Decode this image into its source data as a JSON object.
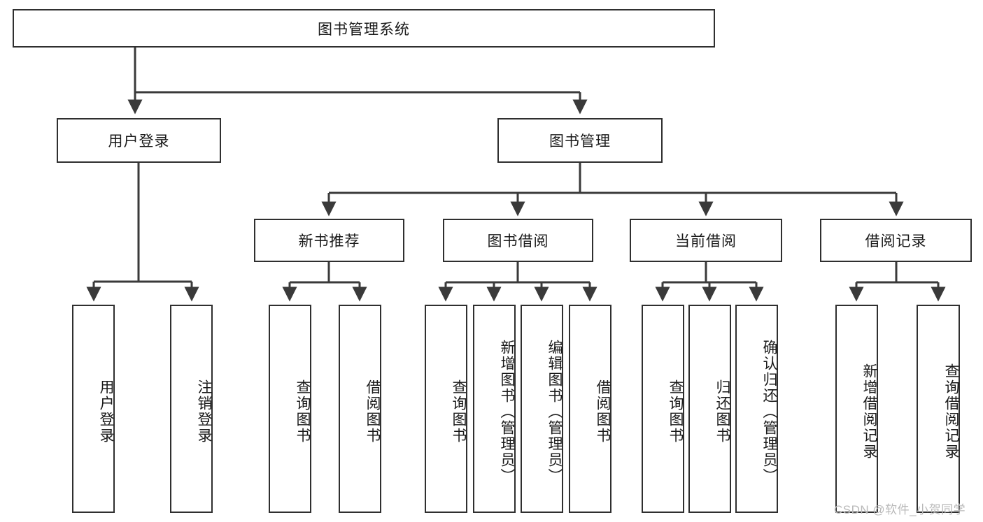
{
  "diagram": {
    "title_node": {
      "label": "图书管理系统"
    },
    "level2": [
      {
        "id": "user-login",
        "label": "用户登录"
      },
      {
        "id": "book-management",
        "label": "图书管理"
      }
    ],
    "level3": [
      {
        "id": "new-book-recommend",
        "label": "新书推荐"
      },
      {
        "id": "book-borrow",
        "label": "图书借阅"
      },
      {
        "id": "current-borrow",
        "label": "当前借阅"
      },
      {
        "id": "borrow-record",
        "label": "借阅记录"
      }
    ],
    "leaves": {
      "user_login": [
        {
          "id": "leaf-user-login",
          "label": "用户登录"
        },
        {
          "id": "leaf-logout-login",
          "label": "注销登录"
        }
      ],
      "new_book_recommend": [
        {
          "id": "leaf-query-book-1",
          "label": "查询图书"
        },
        {
          "id": "leaf-borrow-book-1",
          "label": "借阅图书"
        }
      ],
      "book_borrow": [
        {
          "id": "leaf-query-book-2",
          "label": "查询图书"
        },
        {
          "id": "leaf-add-book",
          "label": "新增图书（管理员）"
        },
        {
          "id": "leaf-edit-book",
          "label": "编辑图书（管理员）"
        },
        {
          "id": "leaf-borrow-book-2",
          "label": "借阅图书"
        }
      ],
      "current_borrow": [
        {
          "id": "leaf-query-book-3",
          "label": "查询图书"
        },
        {
          "id": "leaf-return-book",
          "label": "归还图书"
        },
        {
          "id": "leaf-confirm-return",
          "label": "确认归还（管理员）"
        }
      ],
      "borrow_record": [
        {
          "id": "leaf-add-borrow-record",
          "label": "新增借阅记录"
        },
        {
          "id": "leaf-query-borrow-record",
          "label": "查询借阅记录"
        }
      ]
    }
  },
  "watermark": {
    "text": "CSDN @软件_小贺同学"
  },
  "colors": {
    "border": "#2f2f2f",
    "line": "#3a3a3a",
    "text": "#1a1a1a",
    "background": "#ffffff",
    "watermark": "#b9b9b9"
  }
}
